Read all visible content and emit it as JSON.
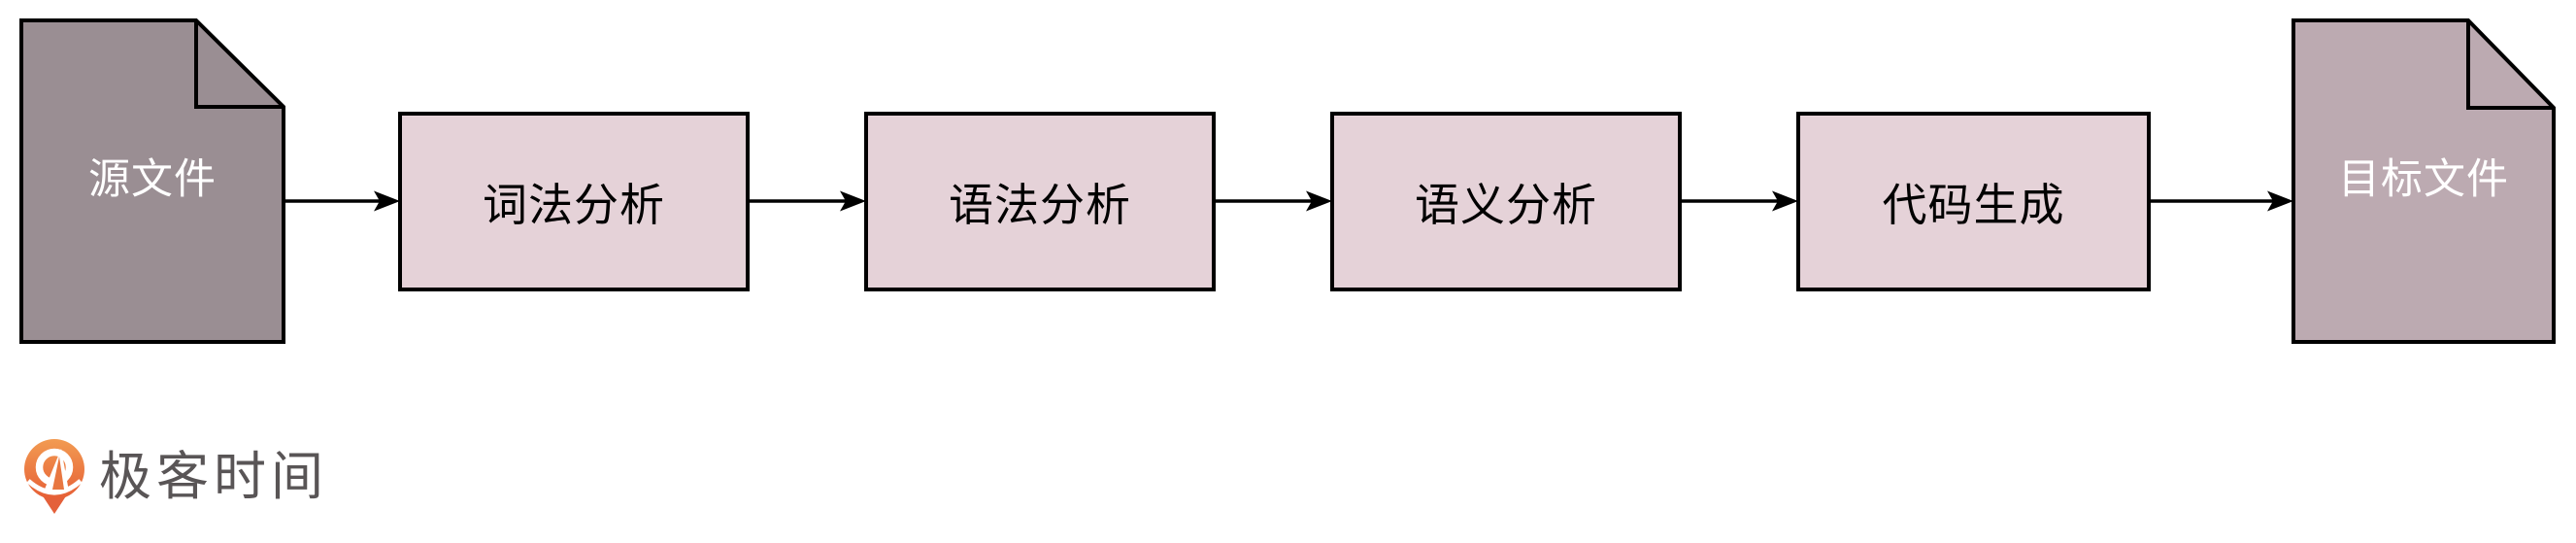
{
  "diagram": {
    "source_file": {
      "label": "源文件",
      "fill": "#9A8E93",
      "text_color": "#FFFFFF"
    },
    "stages": [
      {
        "label": "词法分析"
      },
      {
        "label": "语法分析"
      },
      {
        "label": "语义分析"
      },
      {
        "label": "代码生成"
      }
    ],
    "stage_fill": "#E5D2D8",
    "stage_text_color": "#000000",
    "target_file": {
      "label": "目标文件",
      "fill": "#BCAAB1",
      "text_color": "#FFFFFF"
    },
    "stroke_color": "#000000",
    "arrow_color": "#000000"
  },
  "footer": {
    "brand_name": "极客时间",
    "brand_text_color": "#595556",
    "brand_orange": "#ED7443"
  }
}
